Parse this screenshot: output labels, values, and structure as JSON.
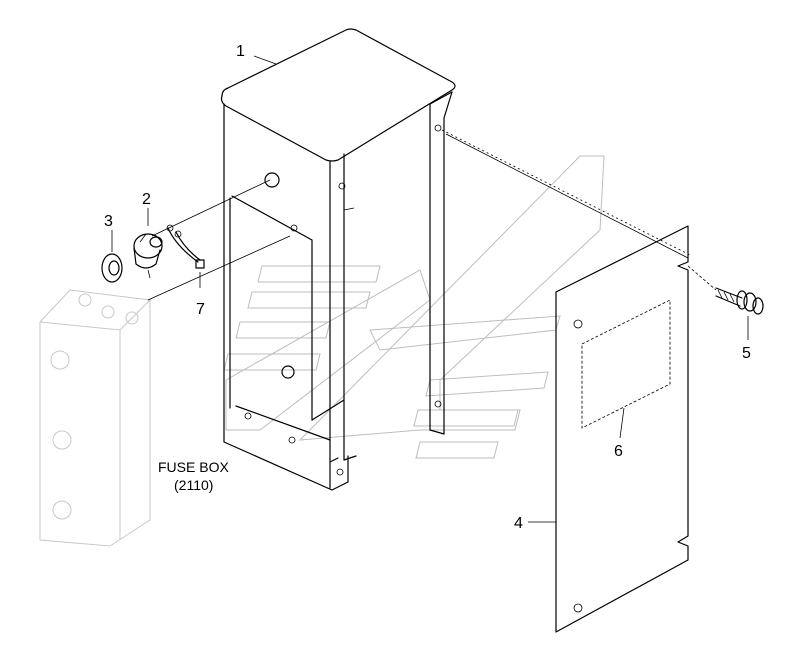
{
  "callouts": [
    {
      "id": "1",
      "text": "1"
    },
    {
      "id": "2",
      "text": "2"
    },
    {
      "id": "3",
      "text": "3"
    },
    {
      "id": "4",
      "text": "4"
    },
    {
      "id": "5",
      "text": "5"
    },
    {
      "id": "6",
      "text": "6"
    },
    {
      "id": "7",
      "text": "7"
    }
  ],
  "fuse_box": {
    "line1": "FUSE BOX",
    "line2": "(2110)"
  }
}
